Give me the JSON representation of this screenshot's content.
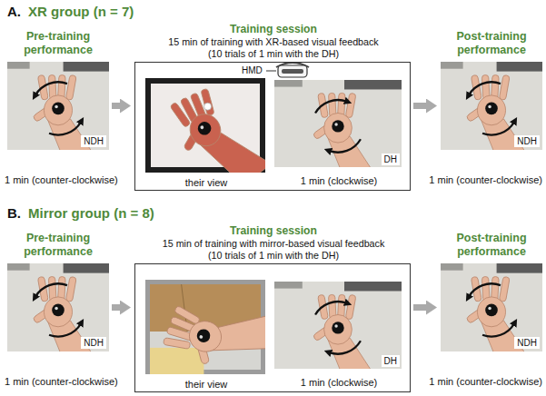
{
  "diagram": {
    "nodes": [
      {
        "text": [
          "Pre-training performance",
          "NDH",
          "1 min (counter-clockwise)"
        ]
      },
      {
        "text": [
          "Training session",
          "15 min of training with XR-based visual feedback",
          "(10 trials of 1 min with the DH)"
        ]
      },
      {
        "text": [
          "their view"
        ],
        "in": 1
      },
      {
        "text": [
          "DH",
          "1 min (clockwise)"
        ],
        "in": 1
      },
      {
        "text": [
          "Post-training performance",
          "NDH",
          "1 min (counter-clockwise)"
        ]
      },
      {
        "text": [
          "Pre-training performance",
          "NDH",
          "1 min (counter-clockwise)"
        ]
      },
      {
        "text": [
          "Training session",
          "15 min of training with mirror-based visual feedback",
          "(10 trials of 1 min with the DH)"
        ]
      },
      {
        "text": [
          "their view"
        ],
        "in": 6
      },
      {
        "text": [
          "DH",
          "1 min (clockwise)"
        ],
        "in": 6
      },
      {
        "text": [
          "Post-training performance",
          "NDH",
          "1 min (counter-clockwise)"
        ]
      }
    ],
    "edges": [
      {
        "from": 0,
        "to": 1,
        "arrow": "to"
      },
      {
        "from": 1,
        "to": 4,
        "arrow": "to"
      },
      {
        "from": 5,
        "to": 6,
        "arrow": "to"
      },
      {
        "from": 6,
        "to": 9,
        "arrow": "to"
      }
    ],
    "labels": [
      "A.",
      "XR group (n = 7)",
      "HMD",
      "B.",
      "Mirror group (n = 8)"
    ]
  }
}
